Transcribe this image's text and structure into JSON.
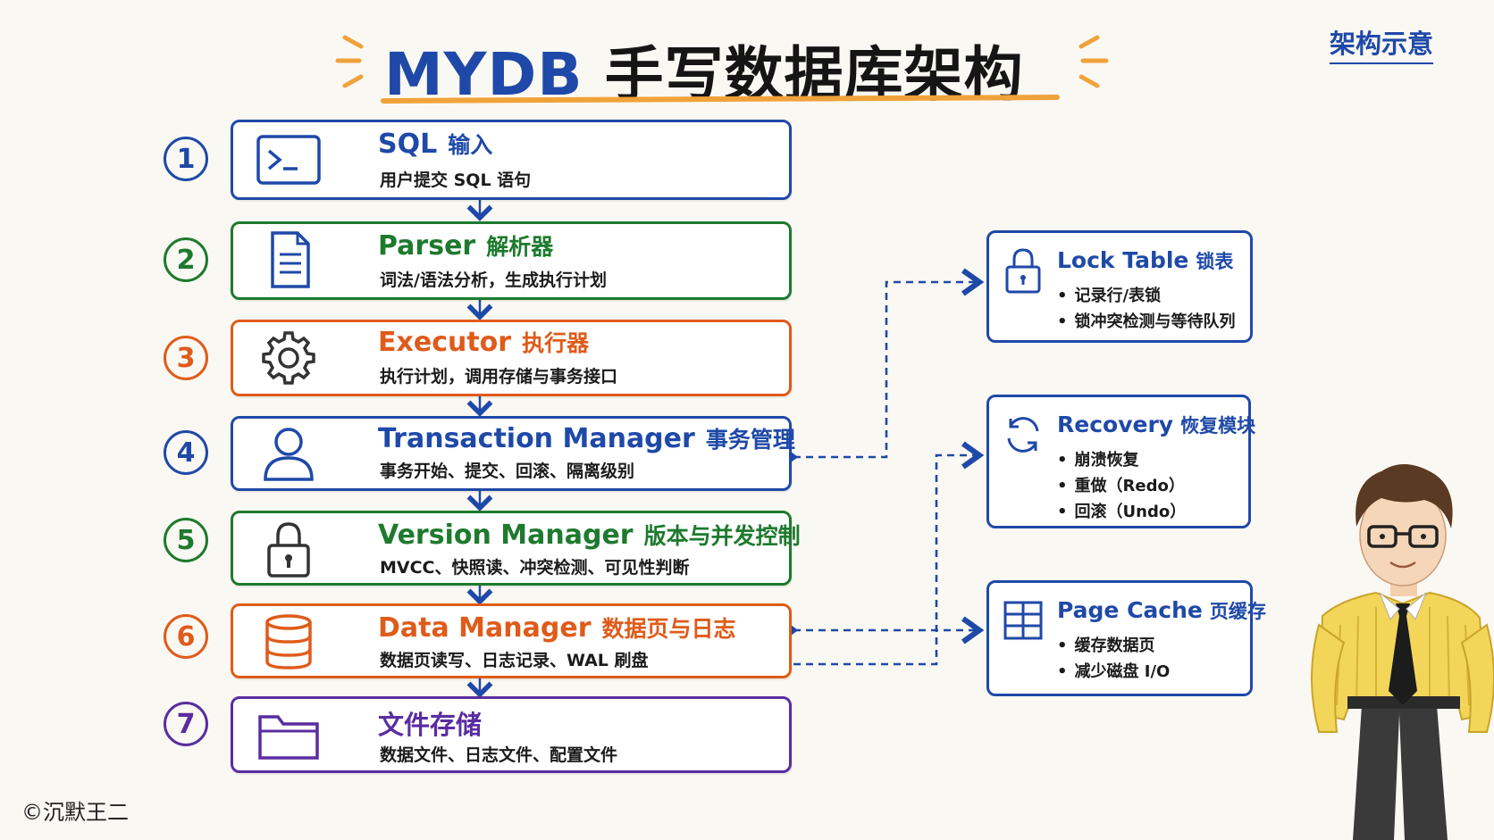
{
  "title": {
    "en": "MYDB",
    "zh": "手写数据库架构"
  },
  "top_link": "架构示意",
  "steps": [
    {
      "num": "1",
      "title": "SQL",
      "title_zh": "输入",
      "desc": "用户提交 SQL 语句",
      "icon": "terminal-icon",
      "color": "#1f49a8"
    },
    {
      "num": "2",
      "title": "Parser",
      "title_zh": "解析器",
      "desc": "词法/语法分析，生成执行计划",
      "icon": "document-icon",
      "color": "#1e7a2e"
    },
    {
      "num": "3",
      "title": "Executor",
      "title_zh": "执行器",
      "desc": "执行计划，调用存储与事务接口",
      "icon": "gear-icon",
      "color": "#df5b1a"
    },
    {
      "num": "4",
      "title": "Transaction Manager",
      "title_zh": "事务管理",
      "desc": "事务开始、提交、回滚、隔离级别",
      "icon": "user-icon",
      "color": "#1f49a8"
    },
    {
      "num": "5",
      "title": "Version Manager",
      "title_zh": "版本与并发控制",
      "desc": "MVCC、快照读、冲突检测、可见性判断",
      "icon": "lock-icon",
      "color": "#1e7a2e"
    },
    {
      "num": "6",
      "title": "Data Manager",
      "title_zh": "数据页与日志",
      "desc": "数据页读写、日志记录、WAL 刷盘",
      "icon": "database-icon",
      "color": "#df5b1a"
    },
    {
      "num": "7",
      "title": "",
      "title_zh": "文件存储",
      "desc": "数据文件、日志文件、配置文件",
      "icon": "folder-icon",
      "color": "#5a2da0"
    }
  ],
  "side_modules": [
    {
      "title": "Lock Table",
      "title_zh": "锁表",
      "items": [
        "记录行/表锁",
        "锁冲突检测与等待队列"
      ],
      "icon": "lock-icon"
    },
    {
      "title": "Recovery",
      "title_zh": "恢复模块",
      "items": [
        "崩溃恢复",
        "重做（Redo）",
        "回滚（Undo）"
      ],
      "icon": "refresh-icon"
    },
    {
      "title": "Page Cache",
      "title_zh": "页缓存",
      "items": [
        "缓存数据页",
        "减少磁盘 I/O"
      ],
      "icon": "grid-icon"
    }
  ],
  "copyright": "©沉默王二",
  "colors": {
    "blue": "#1f49a8",
    "green": "#1e7a2e",
    "orange": "#df5b1a",
    "purple": "#5a2da0",
    "accent": "#f0a23a"
  }
}
